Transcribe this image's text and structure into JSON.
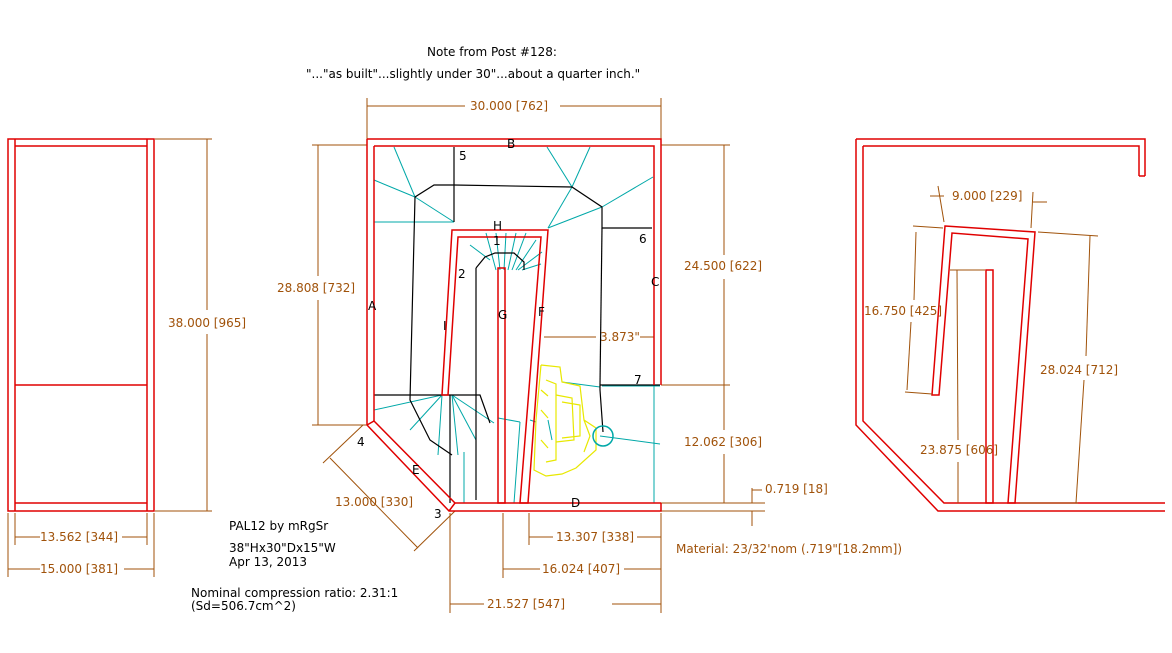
{
  "note": {
    "line1": "Note from Post #128:",
    "line2": "\"...\"as built\"...slightly under 30\"...about a quarter inch.\""
  },
  "credits": {
    "name": "PAL12 by mRgSr",
    "size": "38\"Hx30\"Dx15\"W",
    "date": "Apr 13, 2013",
    "ratio1": "Nominal compression ratio: 2.31:1",
    "ratio2": "(Sd=506.7cm^2)"
  },
  "material": "Material: 23/32'nom (.719\"[18.2mm])",
  "dims": {
    "width_top": "30.000 [762]",
    "height_left": "28.808 [732]",
    "height_right_upper": "24.500 [622]",
    "height_right_lower": "12.062 [306]",
    "thickness": "0.719 [18]",
    "diag": "13.000 [330]",
    "bottom_inner": "13.307 [338]",
    "bottom_mid": "16.024 [407]",
    "bottom_outer": "21.527 [547]",
    "gap": "3.873\"",
    "front_height": "38.000 [965]",
    "front_inner_w": "13.562 [344]",
    "front_outer_w": "15.000 [381]",
    "r_top": "9.000 [229]",
    "r_left": "16.750 [425]",
    "r_right": "28.024 [712]",
    "r_mid": "23.875 [606]"
  },
  "labels": {
    "A": "A",
    "B": "B",
    "C": "C",
    "D": "D",
    "E": "E",
    "F": "F",
    "G": "G",
    "H": "H",
    "I": "I",
    "n1": "1",
    "n2": "2",
    "n3": "3",
    "n4": "4",
    "n5": "5",
    "n6": "6",
    "n7": "7"
  },
  "colors": {
    "panel": "#e00000",
    "dimension": "#a0520a",
    "ray": "#00a8a8",
    "driver": "#e8e800",
    "line": "#000000"
  }
}
